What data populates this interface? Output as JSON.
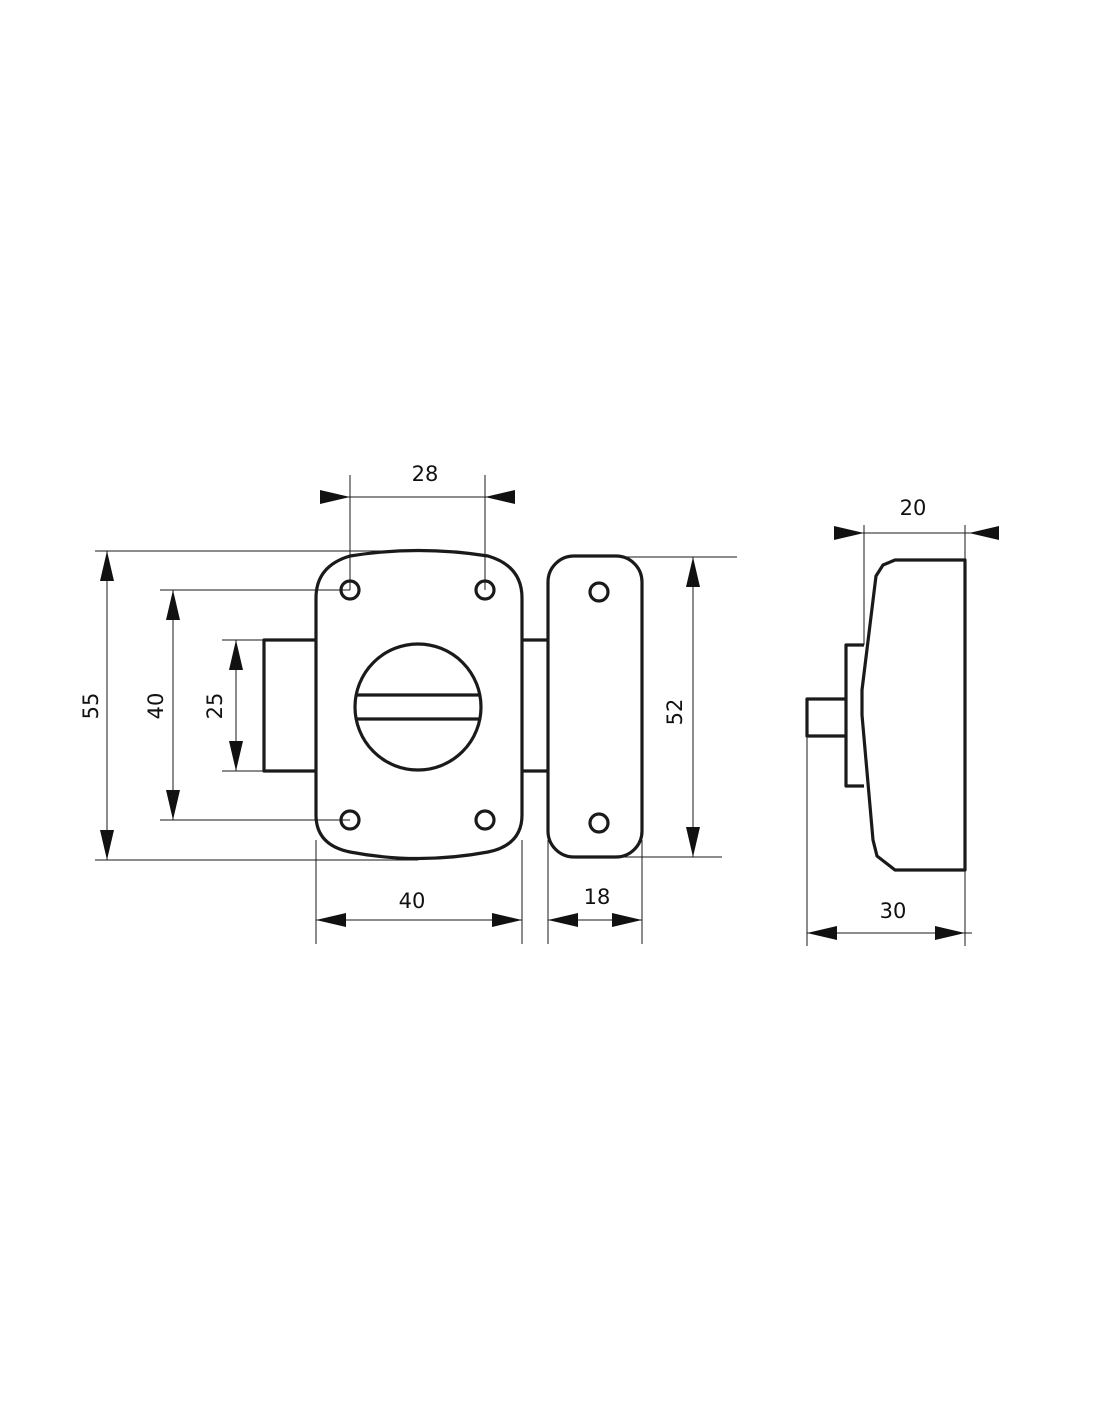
{
  "drawing": {
    "line_color": "#1a1a1a",
    "background": "#ffffff",
    "front_view": {
      "dimensions": {
        "hole_spacing_horizontal": "28",
        "body_height": "55",
        "hole_spacing_vertical": "40",
        "bolt_height": "25",
        "body_width": "40",
        "strike_height": "52",
        "strike_width": "18"
      }
    },
    "side_view": {
      "dimensions": {
        "body_depth": "20",
        "overall_depth": "30"
      }
    }
  }
}
